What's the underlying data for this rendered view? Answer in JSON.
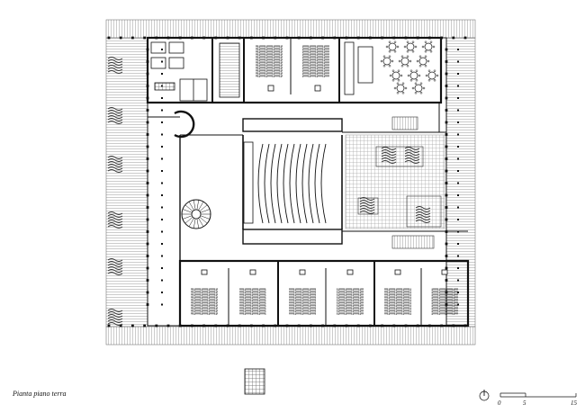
{
  "caption": "Pianta piano terra",
  "scale_bar": {
    "labels": [
      "0",
      "5",
      "15"
    ]
  },
  "icons": {
    "north": "north-arrow-icon",
    "tree": "tree-icon",
    "stair": "spiral-stair-icon"
  }
}
